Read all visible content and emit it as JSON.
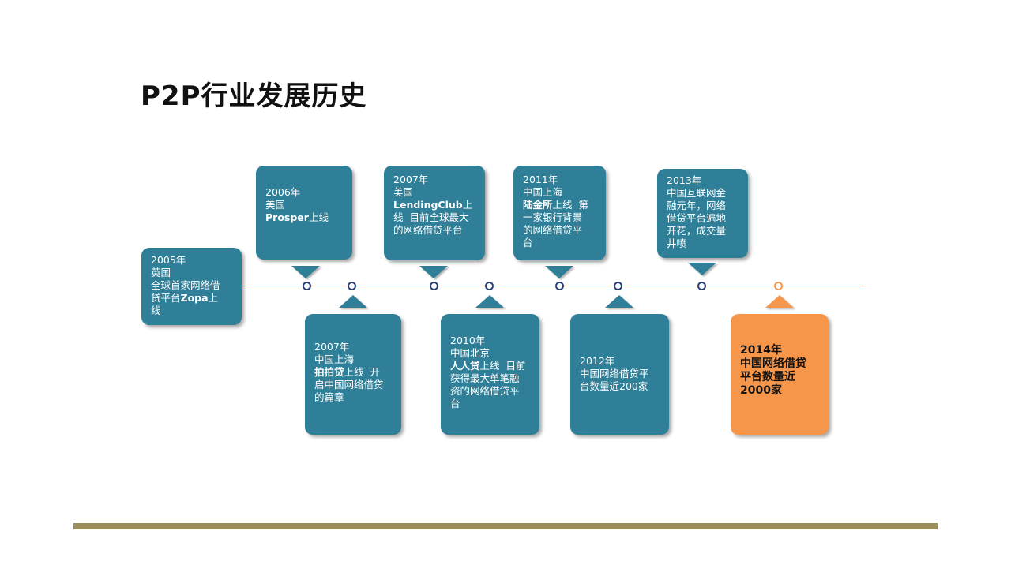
{
  "title": "P2P行业发展历史",
  "colors": {
    "box_teal": "#2e7f97",
    "box_orange": "#f5964a",
    "timeline_line": "#e8a27a",
    "node_ring": "#2b3f73",
    "bottom_bar": "#9b8e5a"
  },
  "events": [
    {
      "year": "2005年",
      "lines": [
        "英国",
        "全球首家网络借",
        "贷平台",
        "Zopa",
        "上",
        "线"
      ]
    },
    {
      "year": "2006年",
      "lines": [
        "美国",
        "Prosper",
        "上线"
      ]
    },
    {
      "year": "2007年",
      "lines": [
        "中国上海",
        "拍拍贷",
        "上线  开",
        "启中国网络借贷",
        "的篇章"
      ]
    },
    {
      "year": "2007年",
      "lines": [
        "美国",
        "LendingClub",
        "上",
        "线  目前全球最大",
        "的网络借贷平台"
      ]
    },
    {
      "year": "2010年",
      "lines": [
        "中国北京",
        "人人贷",
        "上线  目前",
        "获得最大单笔融",
        "资的网络借贷平",
        "台"
      ]
    },
    {
      "year": "2011年",
      "lines": [
        "中国上海",
        "陆金所",
        "上线  第",
        "一家银行背景",
        "的网络借贷平",
        "台"
      ]
    },
    {
      "year": "2012年",
      "lines": [
        "中国网络借贷平",
        "台数量近200家"
      ]
    },
    {
      "year": "2013年",
      "lines": [
        "中国互联网金",
        "融元年，网络",
        "借贷平台遍地",
        "开花，成交量",
        "井喷"
      ]
    },
    {
      "year": "2014年",
      "lines": [
        "中国网络借贷",
        "平台数量近",
        "2000家"
      ]
    }
  ]
}
